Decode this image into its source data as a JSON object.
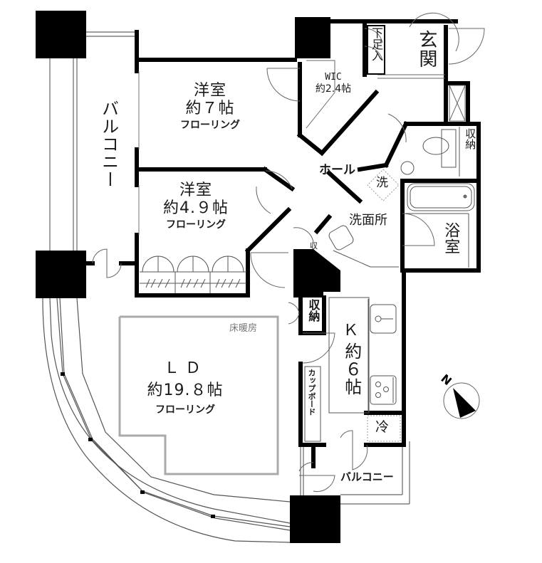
{
  "plan": {
    "compass": {
      "label": "N",
      "color": "#000000"
    },
    "rooms": {
      "balcony_west": {
        "name": "バルコニー"
      },
      "western_room_1": {
        "name": "洋室",
        "size": "約７帖",
        "floor": "フローリング"
      },
      "western_room_2": {
        "name": "洋室",
        "size": "約4.９帖",
        "floor": "フローリング"
      },
      "wic": {
        "name": "WIC",
        "size": "約2.4帖"
      },
      "shoe_storage": {
        "name": "下足入"
      },
      "entrance": {
        "name": "玄関"
      },
      "toilet_storage": {
        "name": "収納"
      },
      "hall": {
        "name": "ホール"
      },
      "washer": {
        "name": "洗"
      },
      "washroom": {
        "name": "洗面所"
      },
      "bathroom": {
        "name": "浴室"
      },
      "hall_storage": {
        "name": "収"
      },
      "kitchen_storage": {
        "name": "収納"
      },
      "living_dining": {
        "name": "ＬＤ",
        "size": "約19.８帖",
        "floor": "フローリング",
        "note": "床暖房"
      },
      "kitchen": {
        "name": "Ｋ",
        "size": "約６帖"
      },
      "cupboard": {
        "name": "カップボード"
      },
      "fridge": {
        "name": "冷"
      },
      "balcony_south": {
        "name": "バルコニー"
      }
    },
    "colors": {
      "wall": "#000000",
      "thin_line": "#555555",
      "floor_heating_outline": "#aaaaaa",
      "background": "#ffffff"
    }
  }
}
